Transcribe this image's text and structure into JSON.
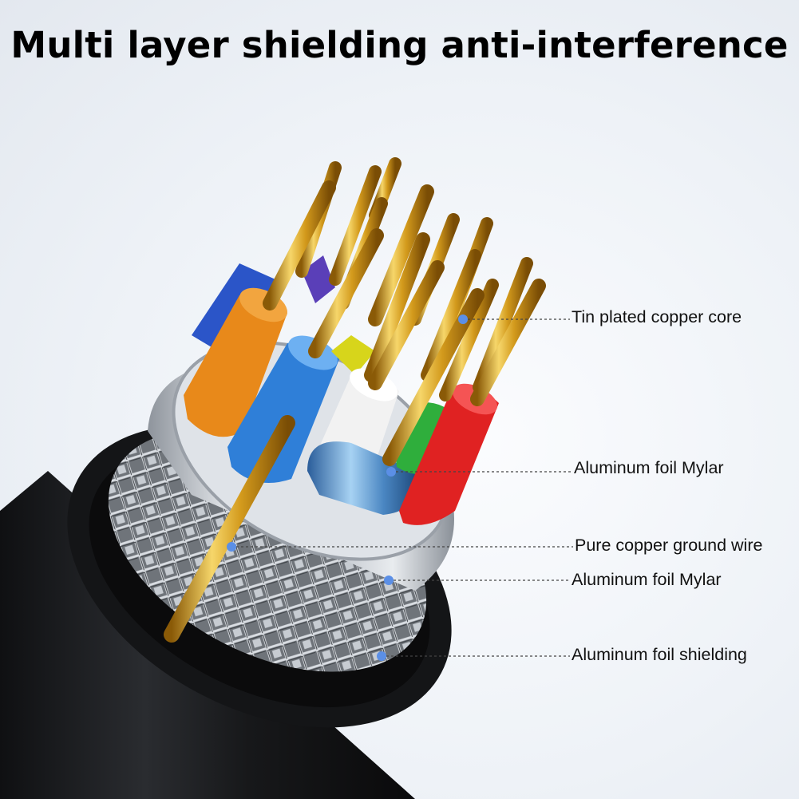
{
  "title": "Multi layer shielding anti-interference",
  "callouts": [
    "Tin plated copper core",
    "Aluminum foil Mylar",
    "Pure copper ground wire",
    "Aluminum foil Mylar",
    "Aluminum foil shielding"
  ],
  "colors": {
    "orange": "#e8891a",
    "blue": "#2f7fd8",
    "white": "#f2f2f2",
    "green": "#2fae3c",
    "red": "#e02222",
    "yellow": "#d7d51b",
    "purple": "#5a3fb8",
    "gold": "#e0b535",
    "jacket": "#1b1c1e",
    "foil": "#c9ced6",
    "dot": "#5b8fe6"
  }
}
